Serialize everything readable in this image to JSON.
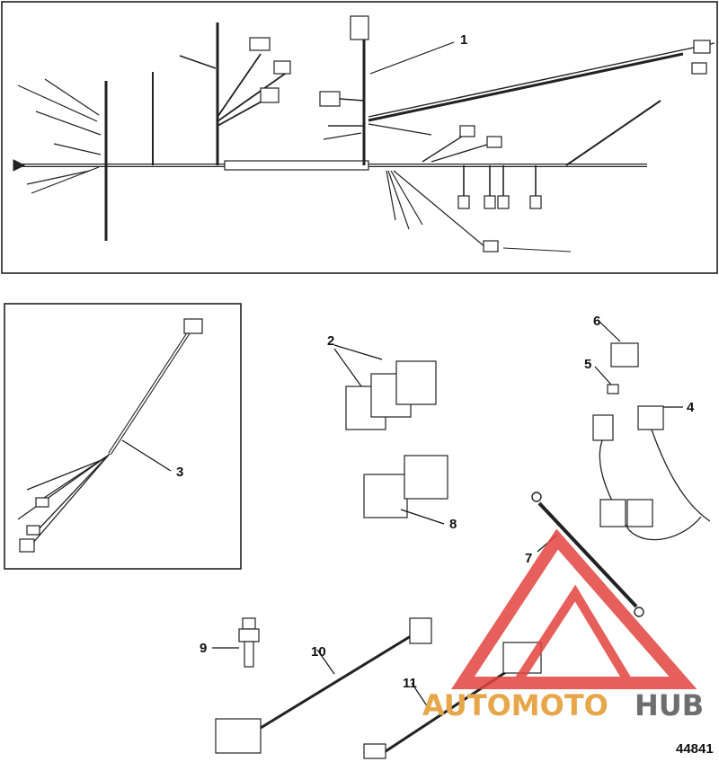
{
  "diagram": {
    "figure_number": "44841",
    "callouts": [
      {
        "id": "1",
        "label": "1"
      },
      {
        "id": "2",
        "label": "2"
      },
      {
        "id": "3",
        "label": "3"
      },
      {
        "id": "4",
        "label": "4"
      },
      {
        "id": "5",
        "label": "5"
      },
      {
        "id": "6",
        "label": "6"
      },
      {
        "id": "7",
        "label": "7"
      },
      {
        "id": "8",
        "label": "8"
      },
      {
        "id": "9",
        "label": "9"
      },
      {
        "id": "10",
        "label": "10"
      },
      {
        "id": "11",
        "label": "11"
      }
    ]
  },
  "watermark": {
    "text_part1": "AUTOMOTO",
    "text_part2": "HUB",
    "color_primary": "#e8a64a",
    "color_secondary": "#6e6e6e",
    "logo_color": "#e3443f"
  }
}
